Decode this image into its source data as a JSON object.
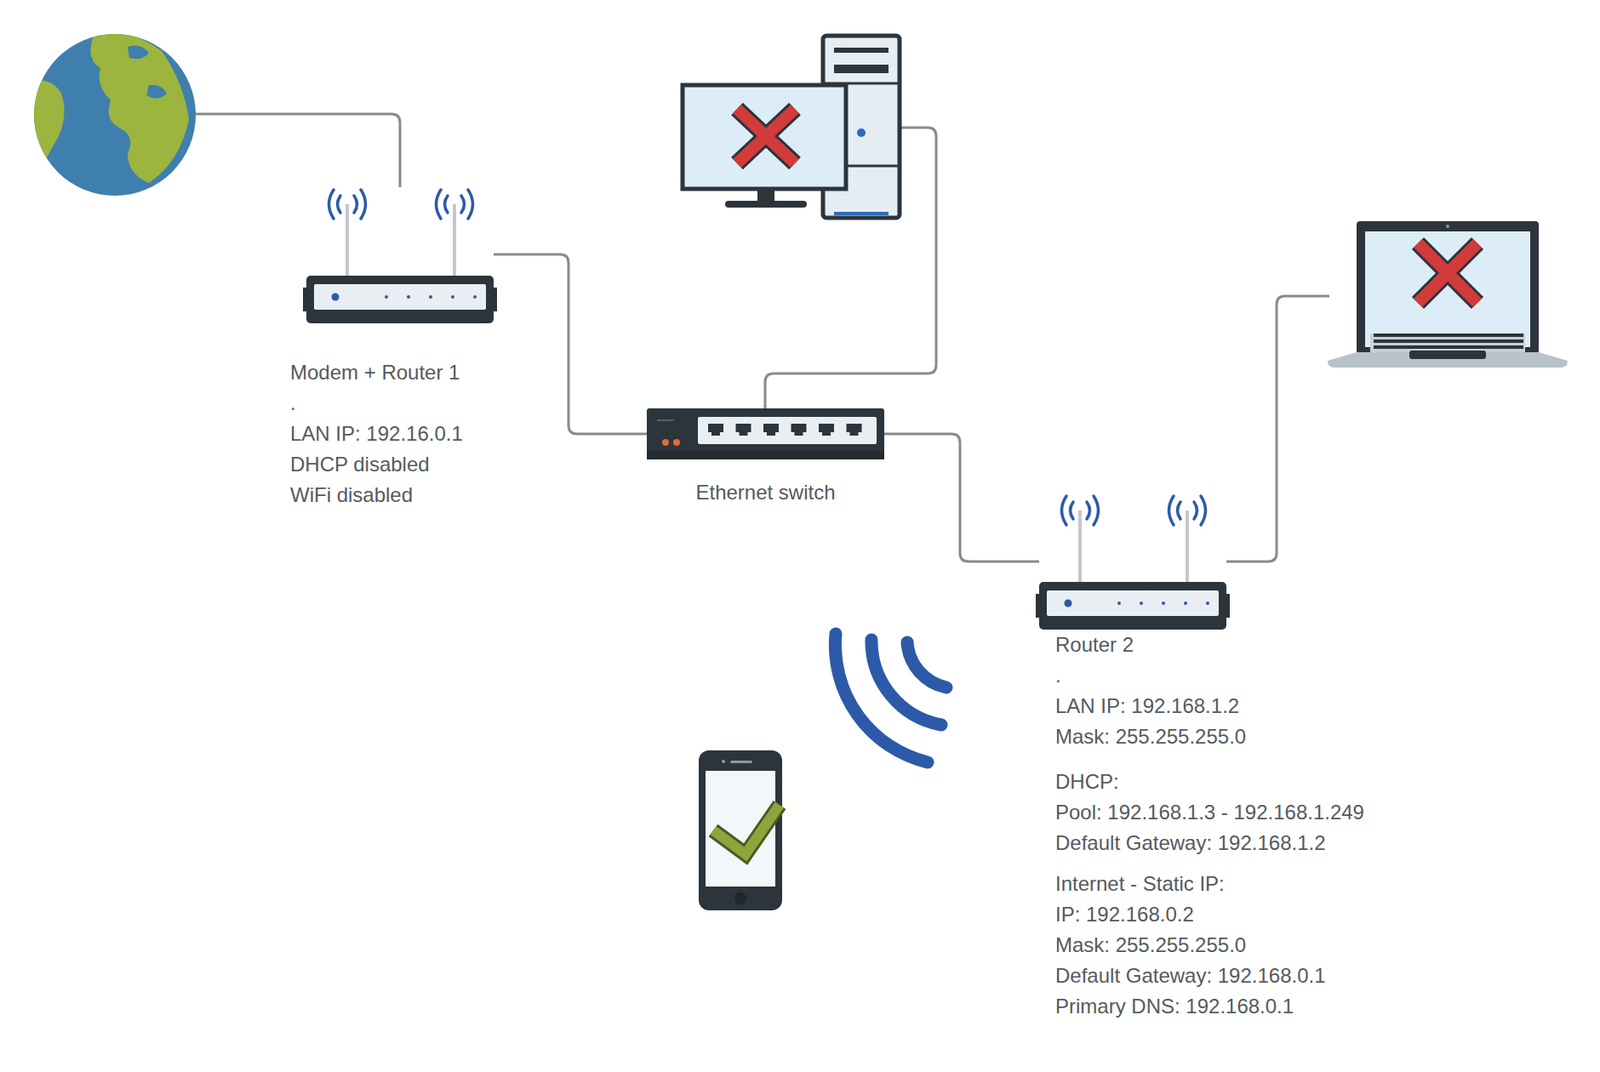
{
  "diagram": {
    "nodes": [
      {
        "text": [
          "Modem + Router 1",
          ".",
          "LAN IP: 192.16.0.1",
          "DHCP disabled",
          "WiFi disabled"
        ]
      },
      {
        "text": [
          "Ethernet switch"
        ]
      },
      {
        "text": [
          "Router 2",
          ".",
          "LAN IP: 192.168.1.2",
          "Mask: 255.255.255.0",
          "DHCP:",
          "Pool: 192.168.1.3 - 192.168.1.249",
          "Default Gateway: 192.168.1.2",
          "Internet - Static IP:",
          "IP: 192.168.0.2",
          "Mask: 255.255.255.0",
          "Default Gateway: 192.168.0.1",
          "Primary DNS: 192.168.0.1"
        ]
      }
    ],
    "edges": [
      {
        "from": 0,
        "to": 1,
        "arrow": "none"
      },
      {
        "from": 1,
        "to": 2,
        "arrow": "none"
      }
    ]
  }
}
